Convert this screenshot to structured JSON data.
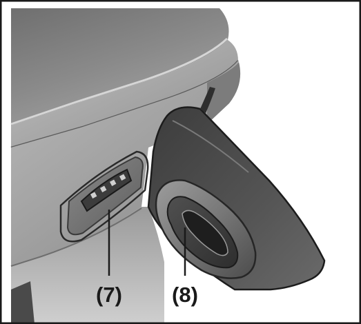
{
  "callouts": [
    {
      "id": "7",
      "label": "(7)"
    },
    {
      "id": "8",
      "label": "(8)"
    }
  ]
}
